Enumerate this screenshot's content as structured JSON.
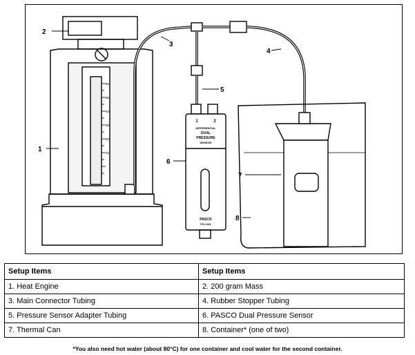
{
  "figure": {
    "callouts": [
      "1",
      "2",
      "3",
      "4",
      "5",
      "6",
      "7",
      "8"
    ],
    "sensor": {
      "port_low": "1",
      "port_high": "2",
      "line1": "DIFFERENTIAL",
      "line2": "DUAL",
      "line3": "PRESSURE",
      "line4": "SENSOR",
      "brand": "PASCO",
      "model": "PS-2181"
    },
    "scale_ticks": [
      "60",
      "50",
      "40",
      "30",
      "20",
      "10"
    ]
  },
  "table": {
    "headers": [
      "Setup Items",
      "Setup Items"
    ],
    "rows": [
      [
        "1. Heat Engine",
        "2. 200 gram Mass"
      ],
      [
        "3. Main Connector Tubing",
        "4. Rubber Stopper Tubing"
      ],
      [
        "5. Pressure Sensor Adapter Tubing",
        "6. PASCO Dual Pressure Sensor"
      ],
      [
        "7. Thermal Can",
        "8. Container* (one of two)"
      ]
    ]
  },
  "footnote": "*You also need hot water (about 80°C) for one container and cool water for the second container."
}
